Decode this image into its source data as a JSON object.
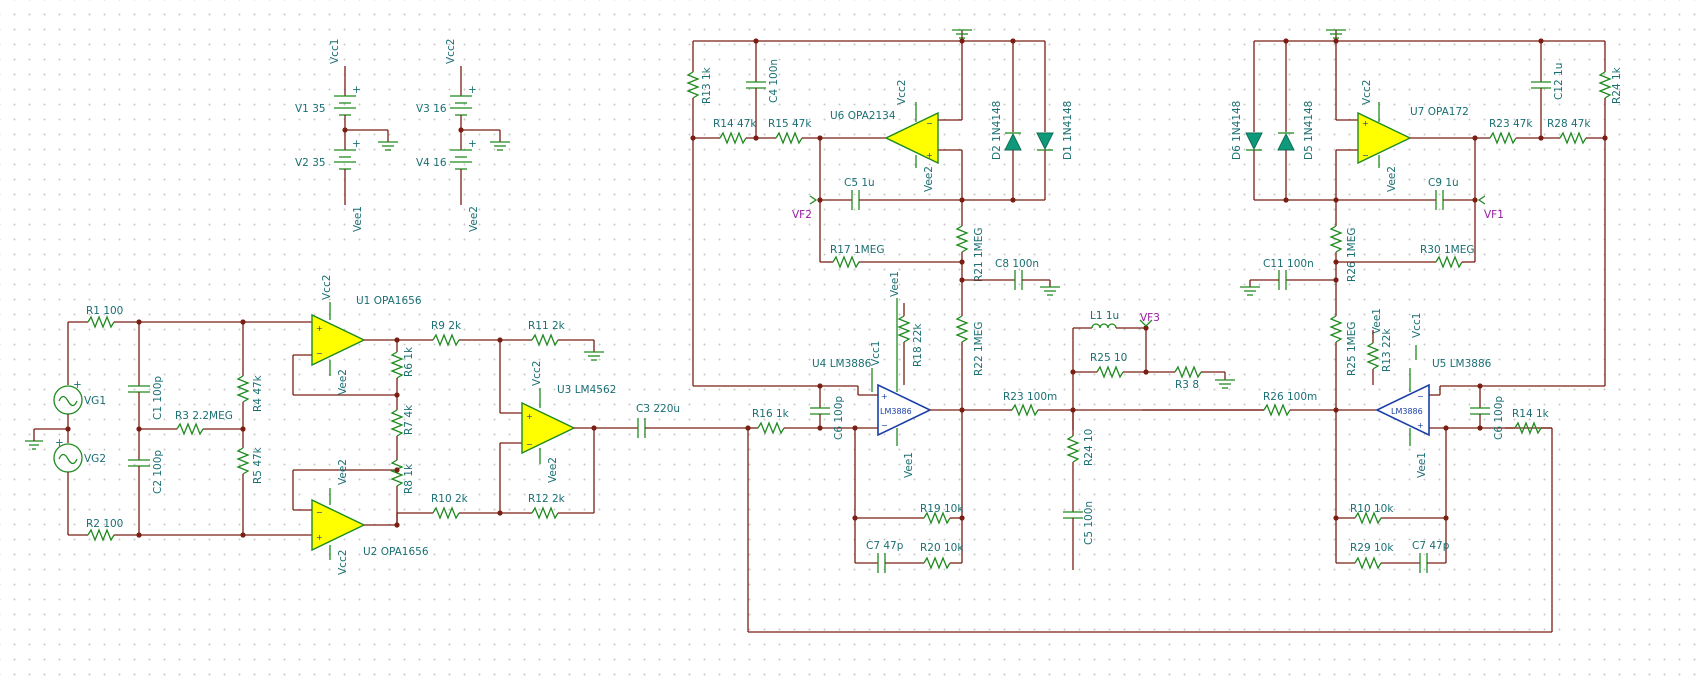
{
  "labels": {
    "R1": "R1 100",
    "R2": "R2 100",
    "R3": "R3 2.2MEG",
    "R4": "R4 47k",
    "R5": "R5 47k",
    "R6": "R6 1k",
    "R7": "R7 4k",
    "R8": "R8 1k",
    "R9": "R9 2k",
    "R10": "R10 2k",
    "R11": "R11 2k",
    "R12": "R12 2k",
    "C1": "C1 100p",
    "C2": "C2 100p",
    "C3": "C3 220u",
    "U1": "U1 OPA1656",
    "U2": "U2 OPA1656",
    "U3": "U3 LM4562",
    "VG1": "VG1",
    "VG2": "VG2",
    "V1": "V1 35",
    "V2": "V2 35",
    "V3": "V3 16",
    "V4": "V4 16",
    "R13a": "R13 1k",
    "C4": "C4 100n",
    "R14a": "R14 47k",
    "R15": "R15 47k",
    "U6": "U6 OPA2134",
    "D2": "D2 1N4148",
    "D1": "D1 1N4148",
    "C5a": "C5 1u",
    "VF2": "VF2",
    "R17": "R17 1MEG",
    "R21": "R21 1MEG",
    "C8": "C8 100n",
    "R22": "R22 1MEG",
    "R18": "R18 22k",
    "U4": "U4 LM3886",
    "R16": "R16 1k",
    "C6a": "C6 100p",
    "R19": "R19 10k",
    "C7a": "C7 47p",
    "R20": "R20 10k",
    "R23a": "R23 100m",
    "L1": "L1 1u",
    "VF3": "VF3",
    "R25a": "R25 10",
    "R3b": "R3 8",
    "R24a": "R24 10",
    "C5b": "C5 100n",
    "R26a": "R26 100m",
    "D6": "D6 1N4148",
    "D5": "D5 1N4148",
    "C12": "C12 1u",
    "U7": "U7 OPA172",
    "R24b": "R24 1k",
    "R23b": "R23 47k",
    "R28": "R28 47k",
    "C9": "C9 1u",
    "VF1": "VF1",
    "R26b": "R26 1MEG",
    "C11": "C11 100n",
    "R30": "R30 1MEG",
    "R25b": "R25 1MEG",
    "R13b": "R13 22k",
    "U5": "U5 LM3886",
    "C6b": "C6 100p",
    "R14b": "R14 1k",
    "R10b": "R10 10k",
    "R29": "R29 10k",
    "C7b": "C7 47p",
    "LM1": "LM3886",
    "LM2": "LM3886"
  },
  "nets": {
    "Vcc1": "Vcc1",
    "Vee1": "Vee1",
    "Vcc2": "Vcc2",
    "Vee2": "Vee2"
  }
}
